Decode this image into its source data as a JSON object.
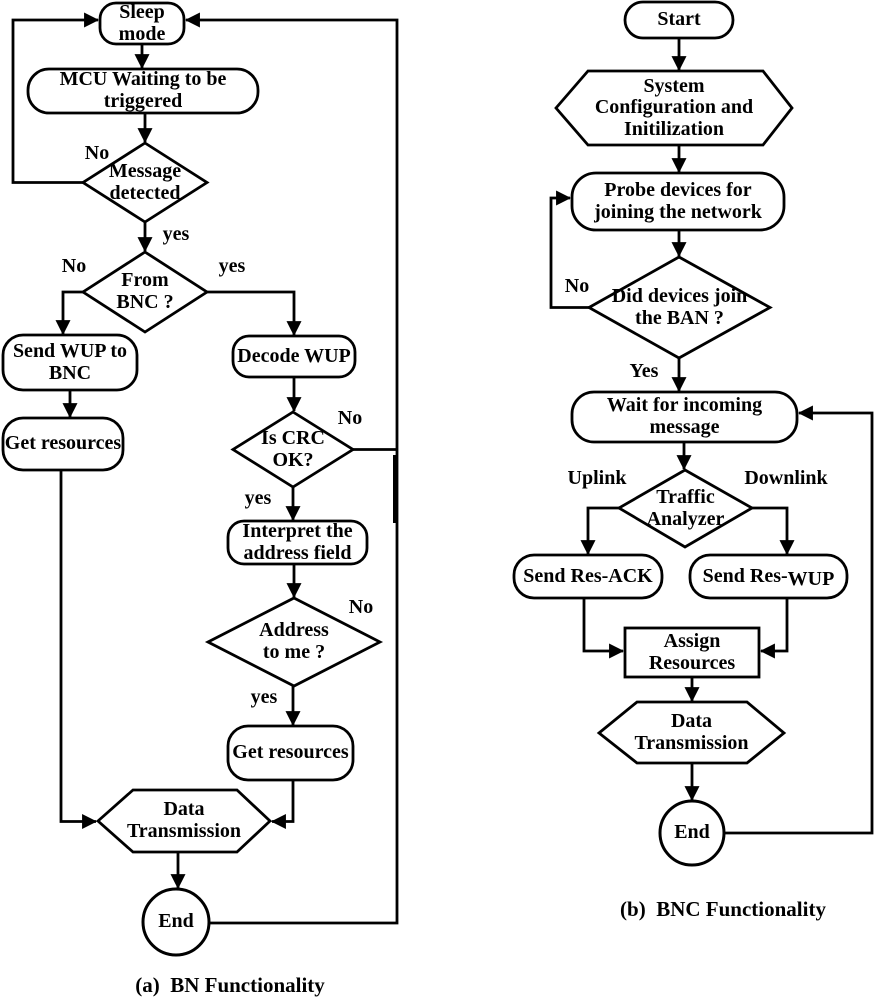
{
  "colors": {
    "background": "#ffffff",
    "line": "#000000",
    "text": "#000000"
  },
  "chart_a": {
    "caption": "(a)  BN Functionality",
    "nodes": {
      "sleep_mode": "Sleep\nmode",
      "mcu_waiting": "MCU Waiting to be\ntriggered",
      "message_detected": "Message\ndetected",
      "from_bnc": "From\nBNC ?",
      "send_wup_to_bnc": "Send WUP to\nBNC",
      "get_resources_left": "Get resources",
      "decode_wup": "Decode WUP",
      "is_crc_ok": "Is CRC\nOK?",
      "interpret_address": "Interpret the\naddress field",
      "address_to_me": "Address\nto me ?",
      "get_resources_right": "Get resources",
      "data_transmission": "Data\nTransmission",
      "end": "End"
    },
    "edge_labels": {
      "message_no": "No",
      "message_yes": "yes",
      "from_bnc_no": "No",
      "from_bnc_yes": "yes",
      "crc_no": "No",
      "crc_yes": "yes",
      "address_no": "No",
      "address_yes": "yes"
    }
  },
  "chart_b": {
    "caption": "(b)  BNC Functionality",
    "nodes": {
      "start": "Start",
      "system_config": "System\nConfiguration and\nInitilization",
      "probe_devices": "Probe devices for\njoining the network",
      "did_devices_join": "Did devices join\nthe BAN ?",
      "wait_incoming": "Wait for incoming\nmessage",
      "traffic_analyzer": "Traffic\nAnalyzer",
      "send_res_ack": "Send Res-ACK",
      "send_res_wup_prefix": "Send Res-",
      "send_res_wup_suffix": "WUP",
      "assign_resources": "Assign\nResources",
      "data_transmission": "Data\nTransmission",
      "end": "End"
    },
    "edge_labels": {
      "join_no": "No",
      "join_yes": "Yes",
      "uplink": "Uplink",
      "downlink": "Downlink"
    }
  }
}
